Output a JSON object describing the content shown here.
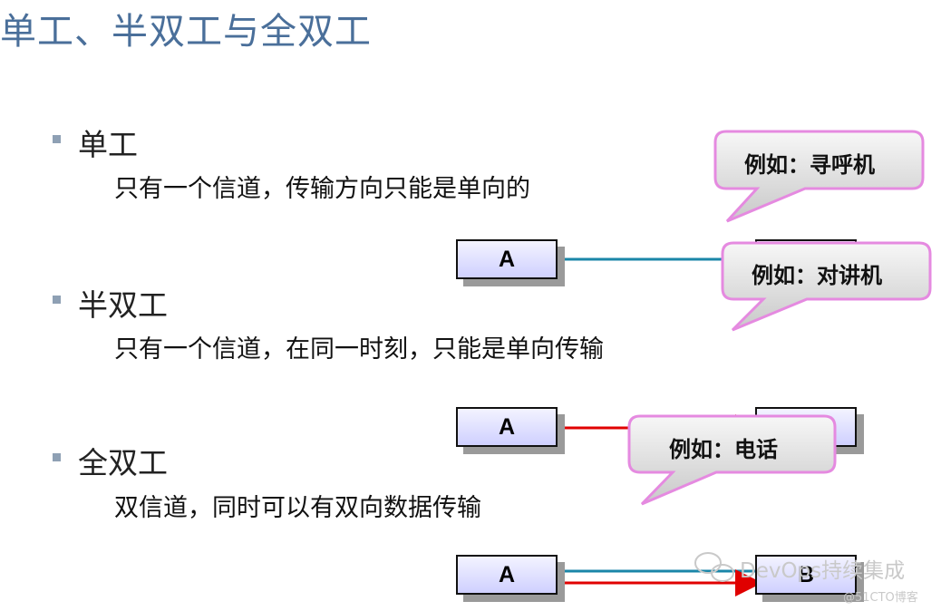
{
  "title": "单工、半双工与全双工",
  "sections": [
    {
      "heading": "单工",
      "description": "只有一个信道，传输方向只能是单向的",
      "example": "例如：寻呼机"
    },
    {
      "heading": "半双工",
      "description": "只有一个信道，在同一时刻，只能是单向传输",
      "example": "例如：对讲机"
    },
    {
      "heading": "全双工",
      "description": "双信道，同时可以有双向数据传输",
      "example": "例如：电话"
    }
  ],
  "node_labels": {
    "a": "A",
    "b": "B"
  },
  "watermark": {
    "brand": "DevOps持续集成",
    "site": "@51CTO博客"
  },
  "colors": {
    "title": "#4a6f9a",
    "line_blue": "#1a86a8",
    "arrow_red": "#e00000",
    "callout_border": "#e58ae0"
  }
}
